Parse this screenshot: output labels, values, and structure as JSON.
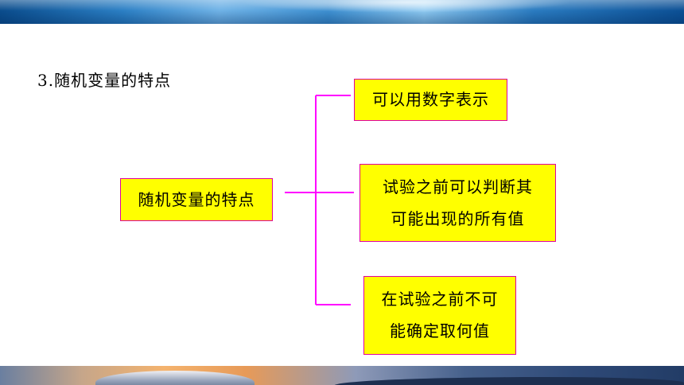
{
  "heading": "3.随机变量的特点",
  "diagram": {
    "root": "随机变量的特点",
    "branches": [
      {
        "lines": [
          "可以用数字表示"
        ]
      },
      {
        "lines": [
          "试验之前可以判断其",
          "可能出现的所有值"
        ]
      },
      {
        "lines": [
          "在试验之前不可",
          "能确定取何值"
        ]
      }
    ],
    "colors": {
      "box_fill": "#ffff00",
      "box_border": "#e000a0",
      "connector": "#ff00ff"
    }
  }
}
